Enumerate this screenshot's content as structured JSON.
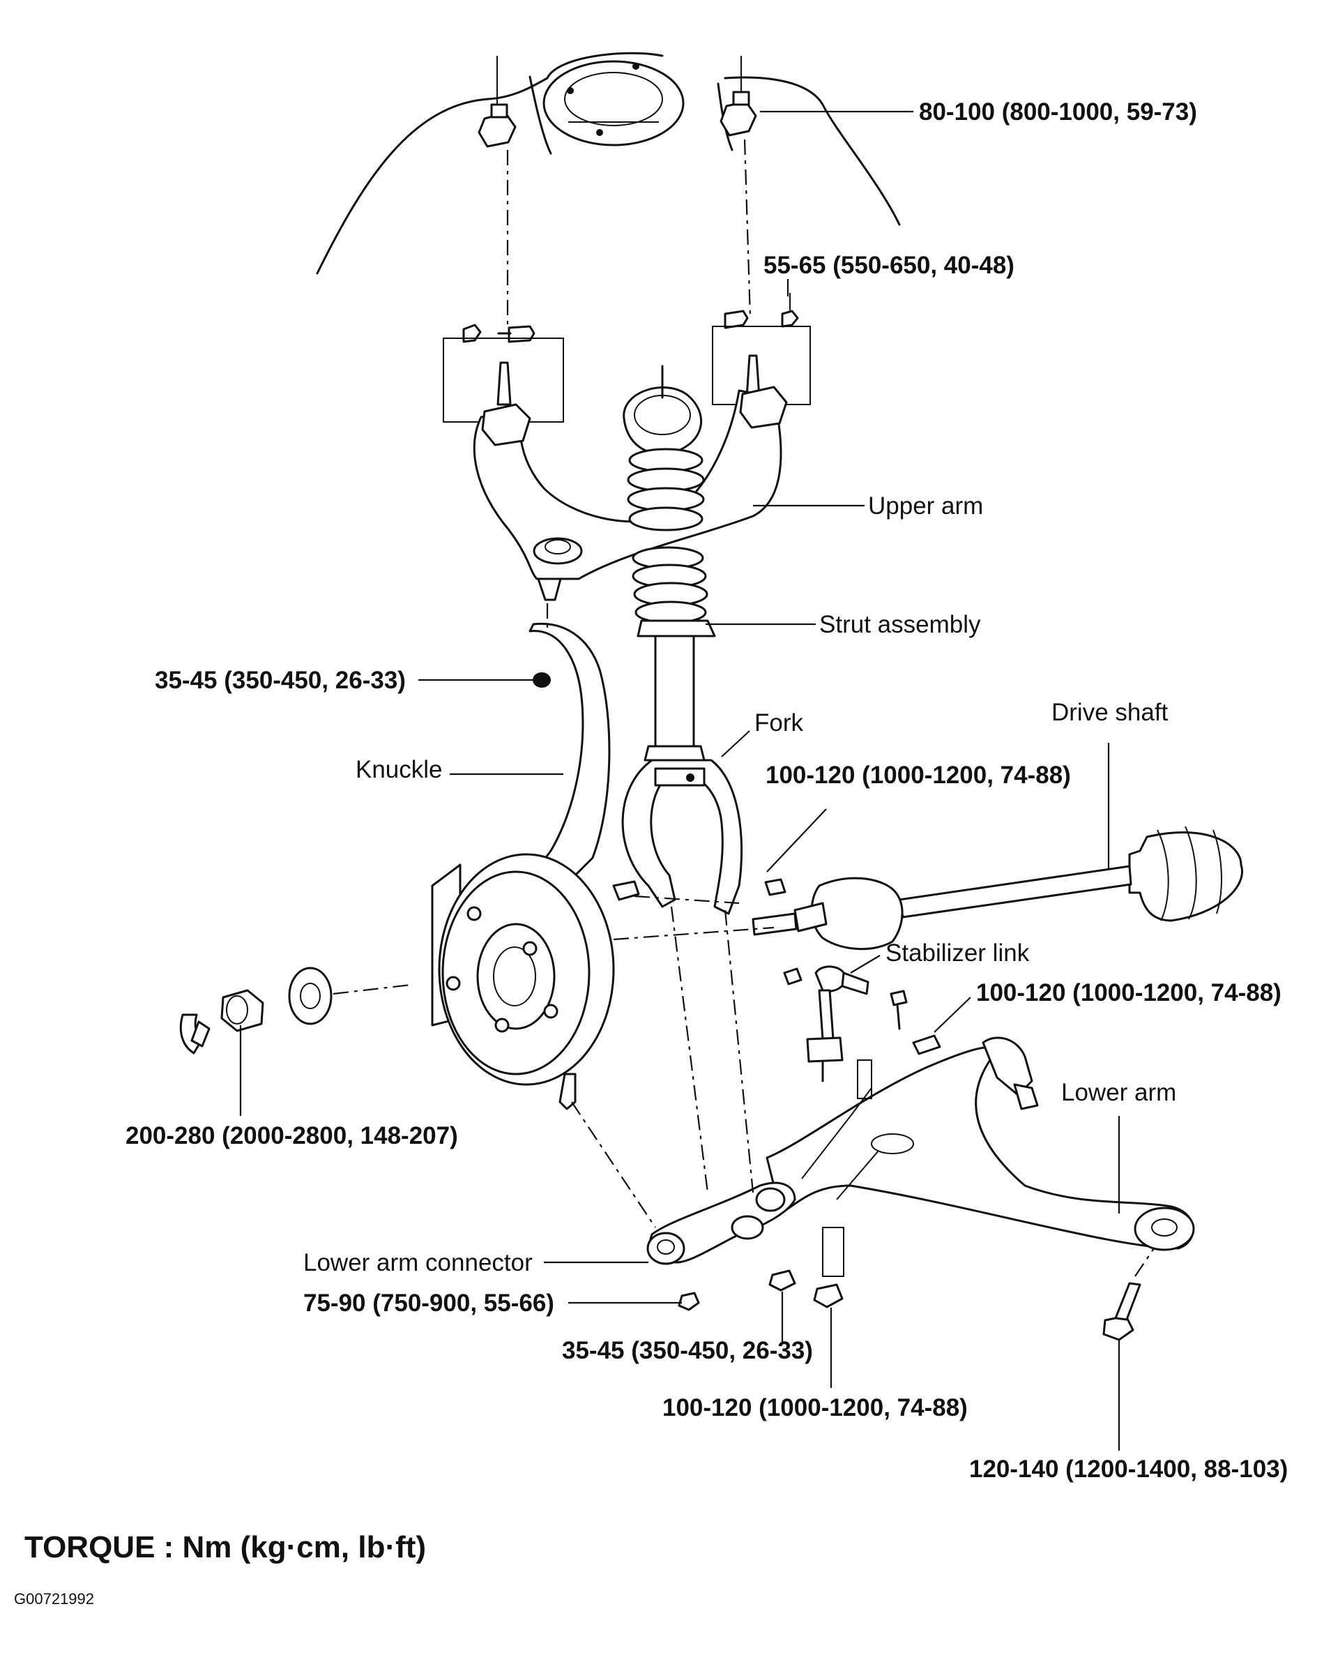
{
  "labels": {
    "torque_top_mount": "80-100 (800-1000, 59-73)",
    "torque_upper_arm_mount": "55-65 (550-650, 40-48)",
    "upper_arm": "Upper arm",
    "strut_assembly": "Strut assembly",
    "torque_upper_ball_joint": "35-45 (350-450, 26-33)",
    "fork": "Fork",
    "drive_shaft": "Drive shaft",
    "knuckle": "Knuckle",
    "torque_fork_bolt": "100-120 (1000-1200, 74-88)",
    "stabilizer_link": "Stabilizer link",
    "torque_stabilizer_link": "100-120 (1000-1200, 74-88)",
    "lower_arm": "Lower arm",
    "torque_hub_nut": "200-280 (2000-2800, 148-207)",
    "lower_arm_connector": "Lower arm connector",
    "torque_lower_arm_connector": "75-90 (750-900, 55-66)",
    "torque_lower_nut_1": "35-45 (350-450, 26-33)",
    "torque_lower_nut_2": "100-120 (1000-1200, 74-88)",
    "torque_lower_arm_bolt": "120-140 (1200-1400, 88-103)"
  },
  "footer": {
    "torque_units": "TORQUE : Nm (kg·cm, lb·ft)",
    "figure_code": "G00721992"
  }
}
